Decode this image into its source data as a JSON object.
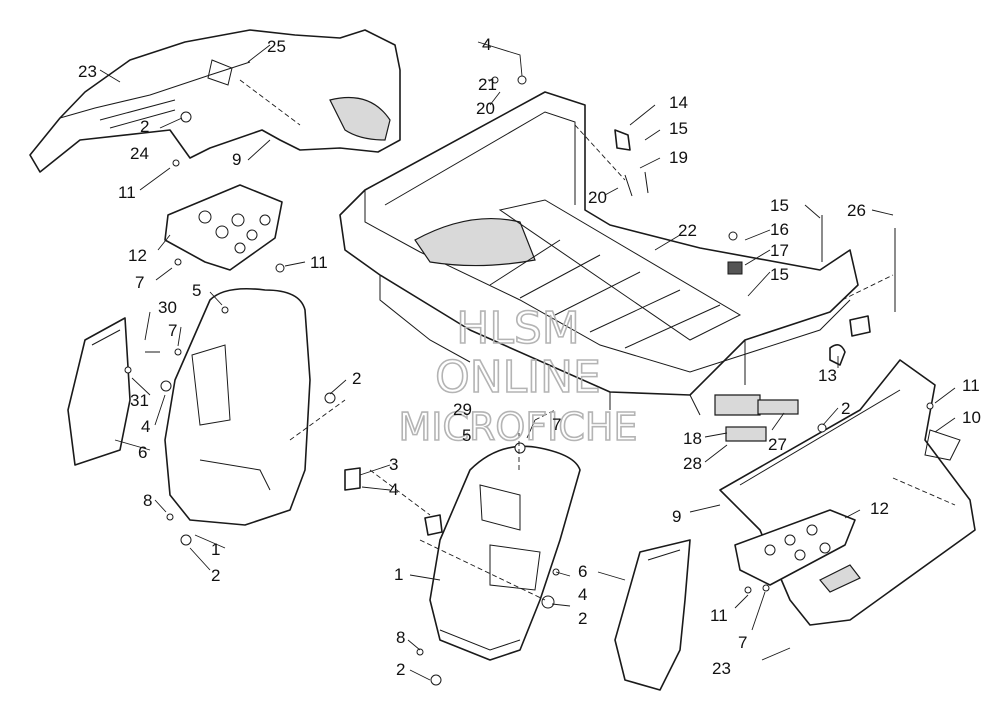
{
  "watermark": {
    "line1": "HLSM",
    "line2": "ONLINE",
    "line3": "MICROFICHE"
  },
  "callouts": {
    "c1a": "1",
    "c1b": "1",
    "c2a": "2",
    "c2b": "2",
    "c2c": "2",
    "c2d": "2",
    "c2e": "2",
    "c2f": "2",
    "c3": "3",
    "c4a": "4",
    "c4b": "4",
    "c4c": "4",
    "c4d": "4",
    "c5a": "5",
    "c5b": "5",
    "c6a": "6",
    "c6b": "6",
    "c7a": "7",
    "c7b": "7",
    "c7c": "7",
    "c7d": "7",
    "c8a": "8",
    "c8b": "8",
    "c9a": "9",
    "c9b": "9",
    "c10": "10",
    "c11a": "11",
    "c11b": "11",
    "c11c": "11",
    "c11d": "11",
    "c12a": "12",
    "c12b": "12",
    "c13": "13",
    "c14": "14",
    "c15a": "15",
    "c15b": "15",
    "c15c": "15",
    "c16": "16",
    "c17": "17",
    "c18": "18",
    "c19": "19",
    "c20a": "20",
    "c20b": "20",
    "c21": "21",
    "c22": "22",
    "c23a": "23",
    "c23b": "23",
    "c24": "24",
    "c25": "25",
    "c26": "26",
    "c27": "27",
    "c28": "28",
    "c29": "29",
    "c30": "30",
    "c31": "31"
  }
}
